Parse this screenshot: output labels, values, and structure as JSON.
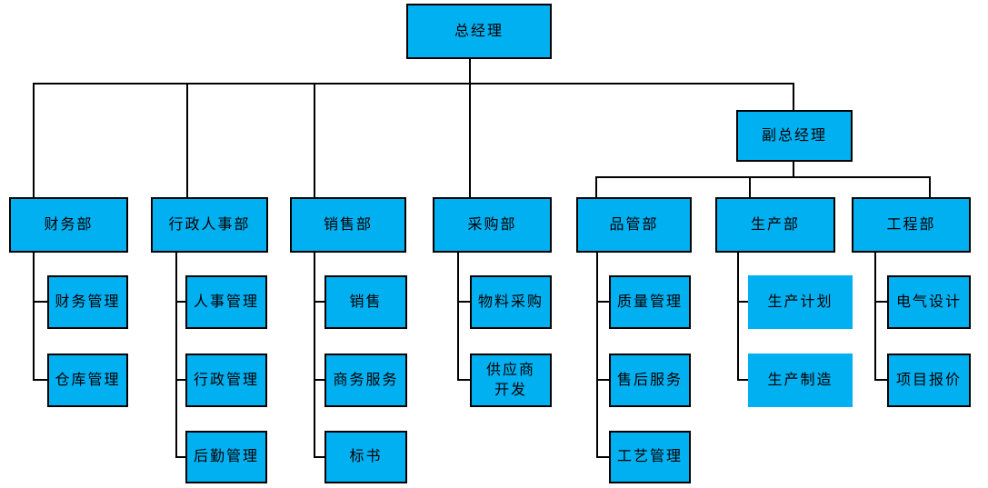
{
  "colors": {
    "node_fill": "#00b0f0",
    "node_border": "#000000",
    "line": "#000000",
    "text": "#000000",
    "background": "#ffffff"
  },
  "org": {
    "root": {
      "label": "总经理"
    },
    "deputy": {
      "label": "副总经理"
    },
    "departments": [
      {
        "label": "财务部",
        "children": [
          "财务管理",
          "仓库管理"
        ]
      },
      {
        "label": "行政人事部",
        "children": [
          "人事管理",
          "行政管理",
          "后勤管理"
        ]
      },
      {
        "label": "销售部",
        "children": [
          "销售",
          "商务服务",
          "标书"
        ]
      },
      {
        "label": "采购部",
        "children": [
          "物料采购",
          "供应商\n开发"
        ]
      },
      {
        "label": "品管部",
        "children": [
          "质量管理",
          "售后服务",
          "工艺管理"
        ]
      },
      {
        "label": "生产部",
        "children": [
          "生产计划",
          "生产制造"
        ]
      },
      {
        "label": "工程部",
        "children": [
          "电气设计",
          "项目报价"
        ]
      }
    ]
  }
}
